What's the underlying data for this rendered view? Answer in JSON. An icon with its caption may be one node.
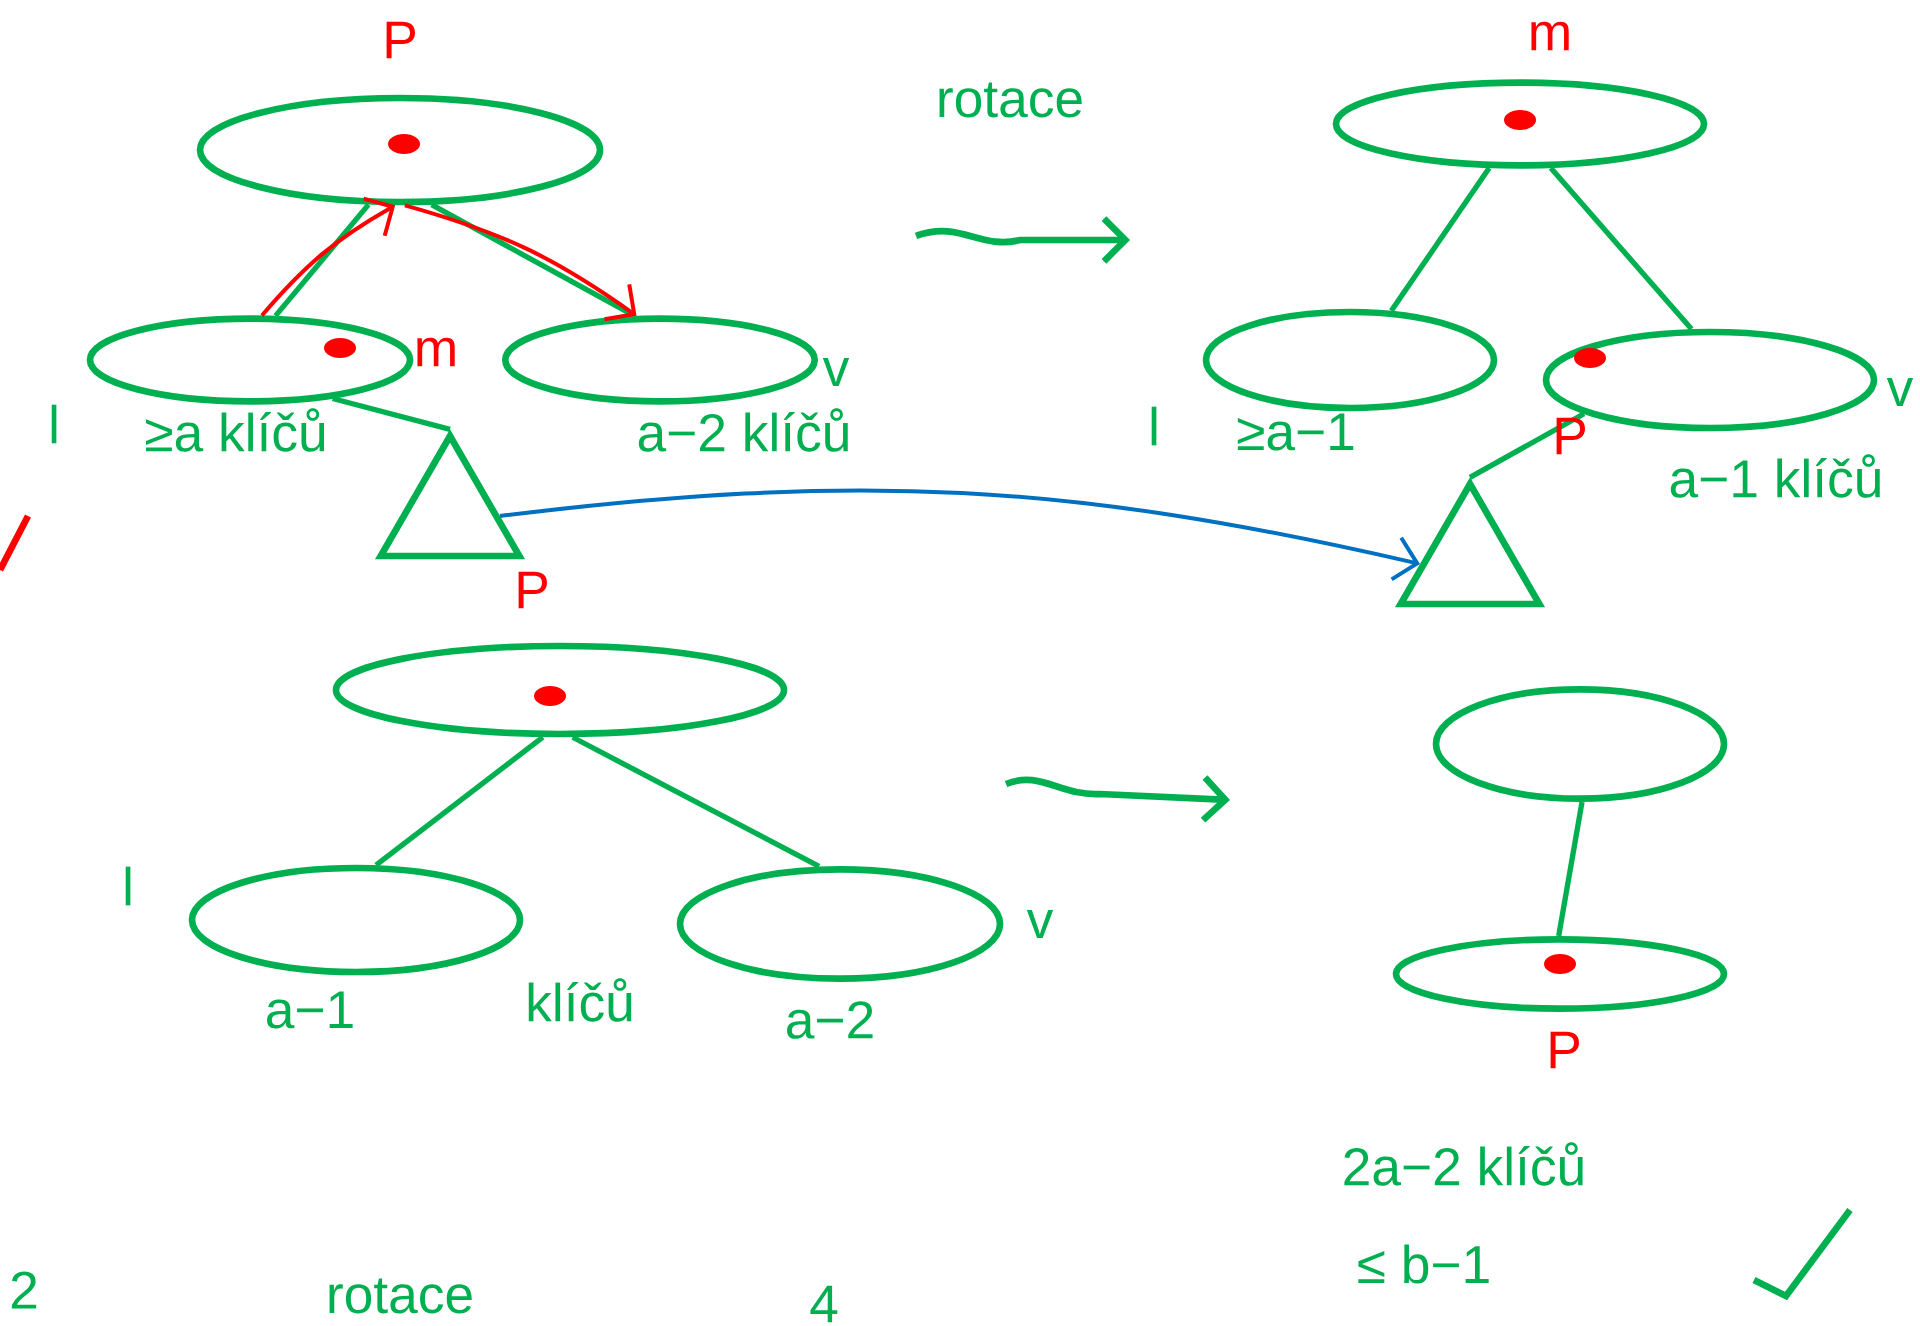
{
  "diagram": {
    "nodes": [
      {
        "text": [],
        "shape": "ellipse",
        "beside": [
          "P"
        ]
      },
      {
        "text": [],
        "shape": "ellipse",
        "beside": [
          "m",
          "l",
          "≥a klíčů"
        ]
      },
      {
        "text": [],
        "shape": "ellipse",
        "beside": [
          "v",
          "a−2 klíčů"
        ]
      },
      {
        "text": [],
        "shape": "triangle"
      },
      {
        "text": [],
        "shape": "ellipse",
        "beside": [
          "m"
        ]
      },
      {
        "text": [],
        "shape": "ellipse",
        "beside": [
          "l",
          "≥a−1"
        ]
      },
      {
        "text": [],
        "shape": "ellipse",
        "beside": [
          "v",
          "P",
          "a−1 klíčů"
        ]
      },
      {
        "text": [],
        "shape": "triangle"
      },
      {
        "text": [],
        "shape": "ellipse",
        "beside": [
          "P"
        ]
      },
      {
        "text": [],
        "shape": "ellipse",
        "beside": [
          "l",
          "a−1"
        ]
      },
      {
        "text": [],
        "shape": "ellipse",
        "beside": [
          "v",
          "a−2"
        ]
      },
      {
        "text": [],
        "shape": "ellipse"
      },
      {
        "text": [],
        "shape": "ellipse",
        "beside": [
          "P",
          "2a−2 klíčů",
          "≤ b−1"
        ]
      }
    ],
    "edges": [
      {
        "from": 0,
        "to": 1,
        "arrow": "none"
      },
      {
        "from": 0,
        "to": 2,
        "arrow": "none"
      },
      {
        "from": 1,
        "to": 0,
        "arrow": "to",
        "color": "#ff0000"
      },
      {
        "from": 0,
        "to": 2,
        "arrow": "to",
        "color": "#ff0000"
      },
      {
        "from": 1,
        "to": 3,
        "arrow": "none"
      },
      {
        "from": 4,
        "to": 5,
        "arrow": "none"
      },
      {
        "from": 4,
        "to": 6,
        "arrow": "none"
      },
      {
        "from": 6,
        "to": 7,
        "arrow": "none"
      },
      {
        "from": 3,
        "to": 7,
        "arrow": "to",
        "color": "#0070c0"
      },
      {
        "from": 8,
        "to": 9,
        "arrow": "none"
      },
      {
        "from": 8,
        "to": 10,
        "arrow": "none"
      },
      {
        "from": 11,
        "to": 12,
        "arrow": "none"
      }
    ],
    "labels": [
      "rotace",
      "klíčů",
      "2",
      "rotace",
      "4"
    ]
  }
}
